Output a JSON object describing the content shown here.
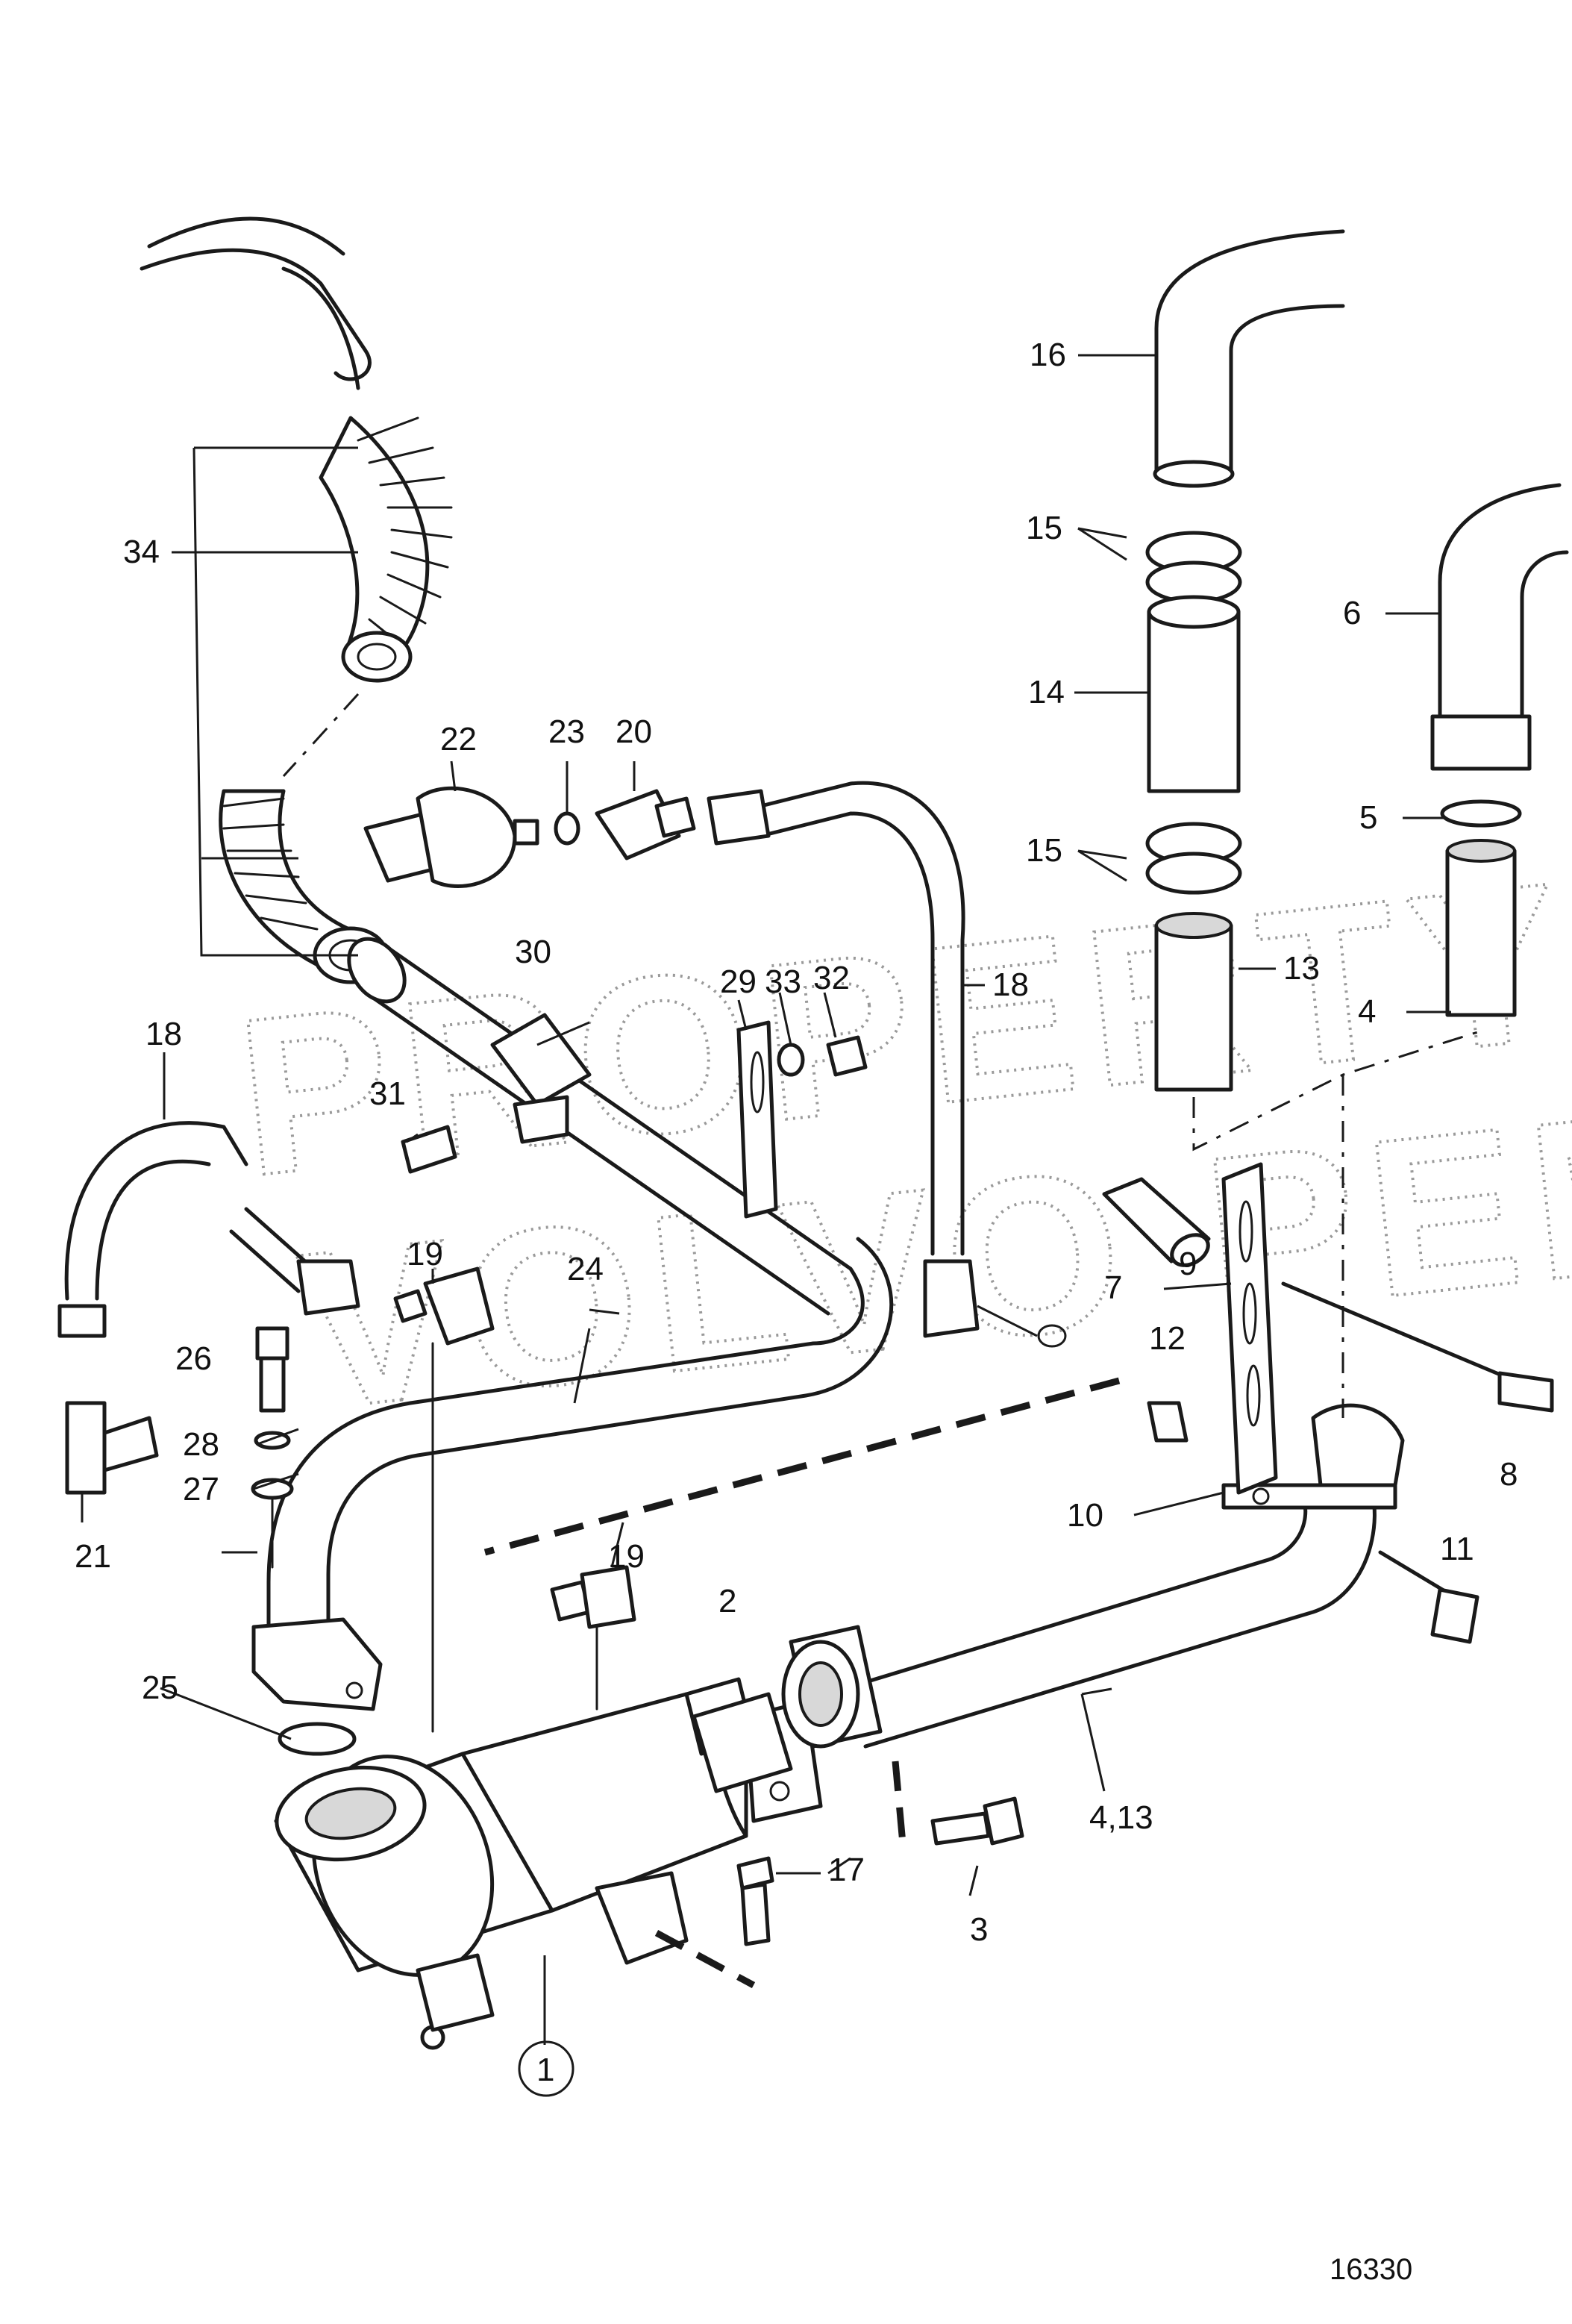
{
  "diagram": {
    "watermark_line1": "PROPERTY OF",
    "watermark_line2": "VOLVO PENTA",
    "drawing_number": "16330",
    "callouts": {
      "c1": "1",
      "c2": "2",
      "c3": "3",
      "c4": "4",
      "c4_13": "4,13",
      "c5": "5",
      "c6": "6",
      "c7": "7",
      "c8": "8",
      "c9": "9",
      "c10": "10",
      "c11": "11",
      "c12": "12",
      "c13": "13",
      "c14": "14",
      "c15a": "15",
      "c15b": "15",
      "c16": "16",
      "c17": "17",
      "c18a": "18",
      "c18b": "18",
      "c19a": "19",
      "c19b": "19",
      "c20": "20",
      "c21": "21",
      "c22": "22",
      "c23": "23",
      "c24": "24",
      "c25": "25",
      "c26": "26",
      "c27": "27",
      "c28": "28",
      "c29": "29",
      "c30": "30",
      "c31": "31",
      "c32": "32",
      "c33": "33",
      "c34": "34"
    }
  }
}
